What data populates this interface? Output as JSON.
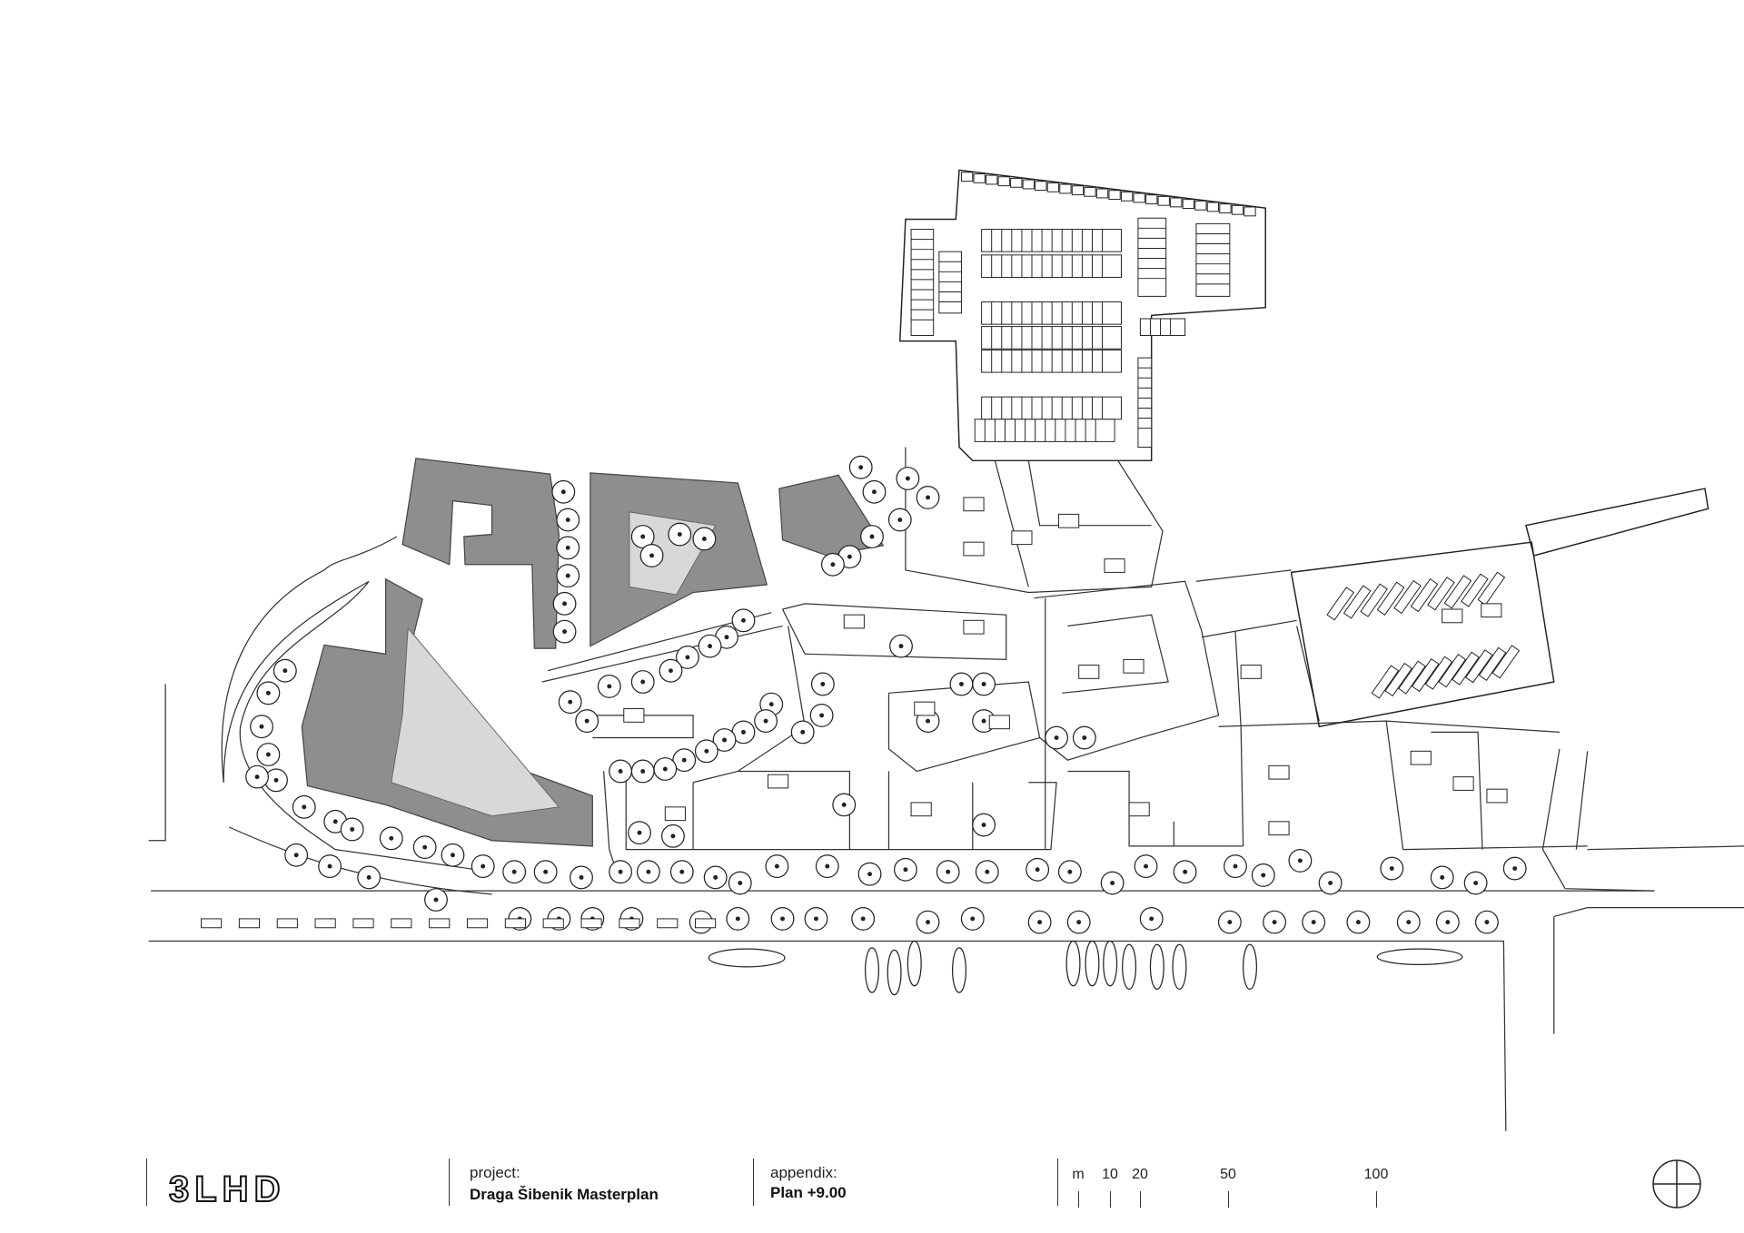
{
  "title_block": {
    "logo_text": "3LHD",
    "project_label": "project:",
    "project_value": "Draga Šibenik Masterplan",
    "appendix_label": "appendix:",
    "appendix_value": "Plan +9.00",
    "scale": {
      "unit": "m",
      "ticks": [
        "10",
        "20",
        "50",
        "100"
      ]
    }
  },
  "colors": {
    "building": "#8e8e8e",
    "courtyard": "#d6d6d6",
    "line": "#222222"
  }
}
